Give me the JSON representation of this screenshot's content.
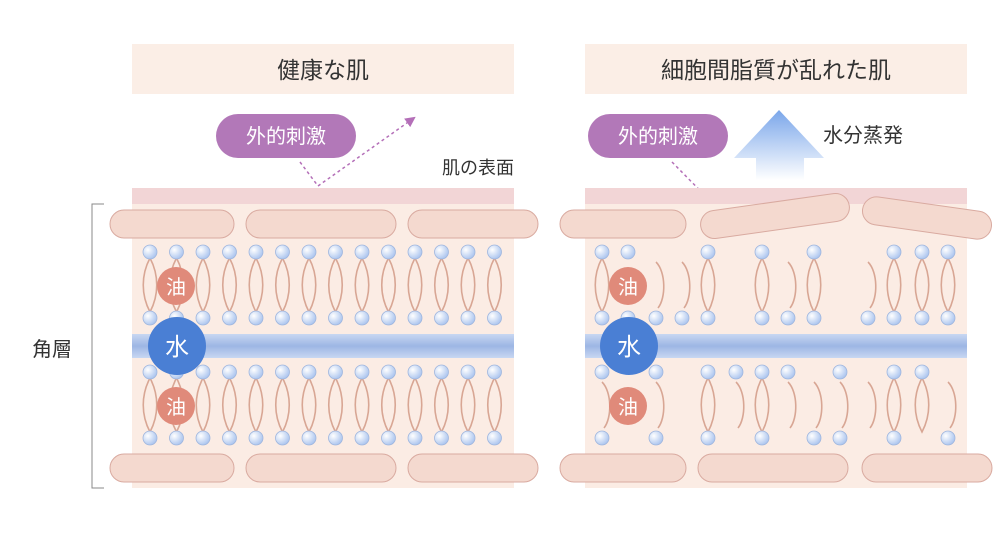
{
  "side_label": "角層",
  "left_panel": {
    "title": "健康な肌",
    "stimulus_label": "外的刺激",
    "surface_label": "肌の表面",
    "water_label": "水",
    "oil_label_top": "油",
    "oil_label_bottom": "油"
  },
  "right_panel": {
    "title": "細胞間脂質が乱れた肌",
    "stimulus_label": "外的刺激",
    "evaporation_label": "水分蒸発",
    "water_label": "水",
    "oil_label_top": "油",
    "oil_label_bottom": "油"
  },
  "colors": {
    "title_bg": "#fbeee6",
    "skin_bg": "#fbece4",
    "surface_band": "#f2d5d6",
    "cell": "#f4d9cf",
    "cell_border": "#d9aaa0",
    "water_band": "#9fb8e6",
    "water_circle": "#4a7fd4",
    "oil_circle": "#e08a7a",
    "lipid_head": "#c9dbf5",
    "lipid_tail": "#d8a694",
    "stimulus_bubble": "#b278b8",
    "arrow_dotted": "#b46fb8",
    "evaporation_arrow": "#8fb5ec"
  }
}
